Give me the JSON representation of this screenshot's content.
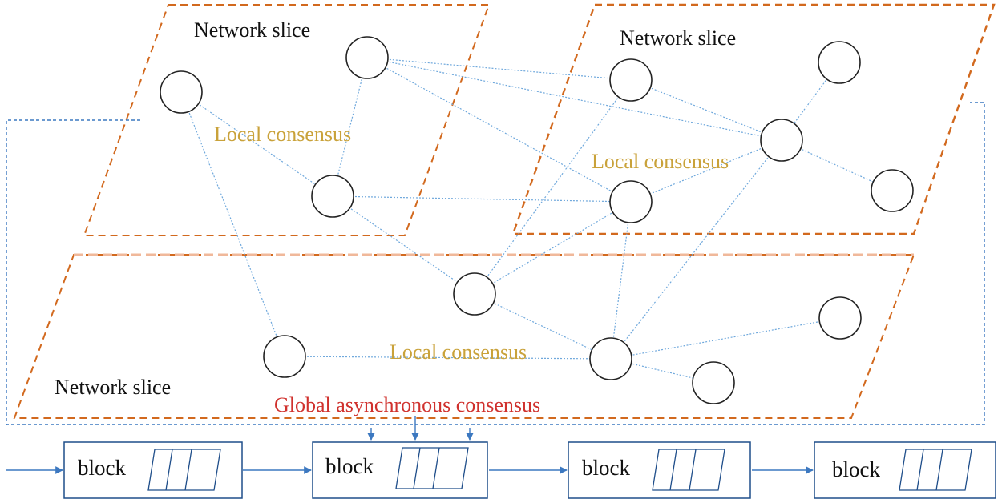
{
  "labels": {
    "slice_top_left": "Network slice",
    "slice_top_right": "Network slice",
    "slice_bottom": "Network slice",
    "local_top_left": "Local consensus",
    "local_top_right": "Local consensus",
    "local_bottom": "Local consensus",
    "global": "Global asynchronous consensus"
  },
  "blocks": [
    {
      "label": "block"
    },
    {
      "label": "block"
    },
    {
      "label": "block"
    },
    {
      "label": "block"
    }
  ],
  "colors": {
    "slice_border": "#d2691e",
    "slice_border_light": "#f0b89a",
    "edge": "#6fa8dc",
    "node": "#222222",
    "chain": "#3c78c0",
    "local_text": "#c9a23a",
    "global_text": "#d0312d"
  }
}
